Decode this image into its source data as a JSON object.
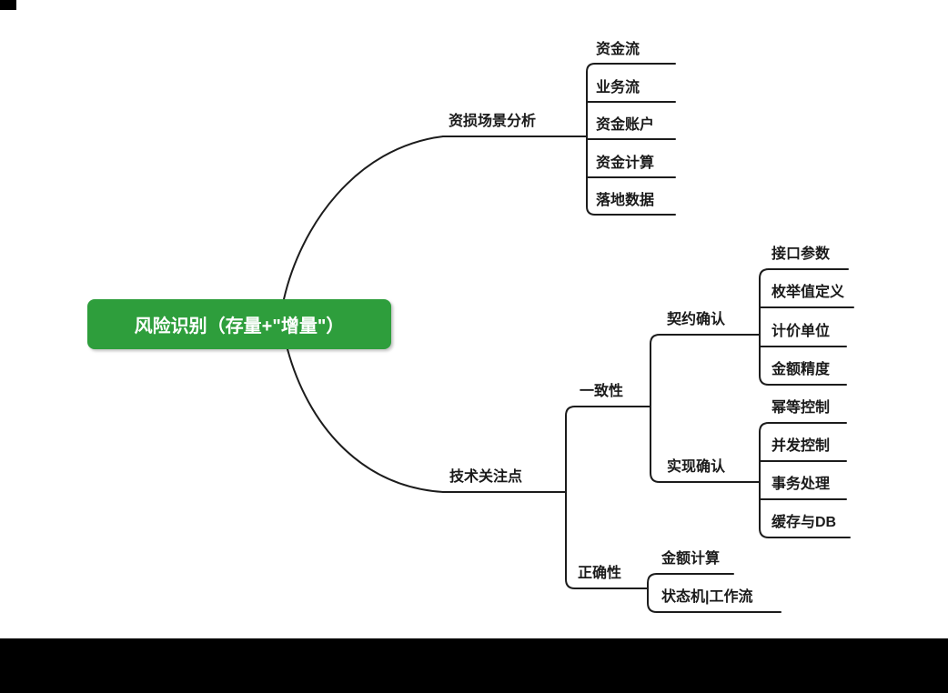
{
  "colors": {
    "root_bg": "#2e9e3c",
    "root_text": "#ffffff",
    "line": "#1c1c1c",
    "text": "#1a1a1a",
    "bar": "#000000"
  },
  "mindmap": {
    "root": {
      "label": "风险识别（存量+\"增量\"）"
    },
    "branches": [
      {
        "label": "资损场景分析",
        "children": [
          {
            "label": "资金流"
          },
          {
            "label": "业务流"
          },
          {
            "label": "资金账户"
          },
          {
            "label": "资金计算"
          },
          {
            "label": "落地数据"
          }
        ]
      },
      {
        "label": "技术关注点",
        "children": [
          {
            "label": "一致性",
            "children": [
              {
                "label": "契约确认",
                "children": [
                  {
                    "label": "接口参数"
                  },
                  {
                    "label": "枚举值定义"
                  },
                  {
                    "label": "计价单位"
                  },
                  {
                    "label": "金额精度"
                  }
                ]
              },
              {
                "label": "实现确认",
                "children": [
                  {
                    "label": "幂等控制"
                  },
                  {
                    "label": "并发控制"
                  },
                  {
                    "label": "事务处理"
                  },
                  {
                    "label": "缓存与DB"
                  }
                ]
              }
            ]
          },
          {
            "label": "正确性",
            "children": [
              {
                "label": "金额计算"
              },
              {
                "label": "状态机|工作流"
              }
            ]
          }
        ]
      }
    ]
  }
}
